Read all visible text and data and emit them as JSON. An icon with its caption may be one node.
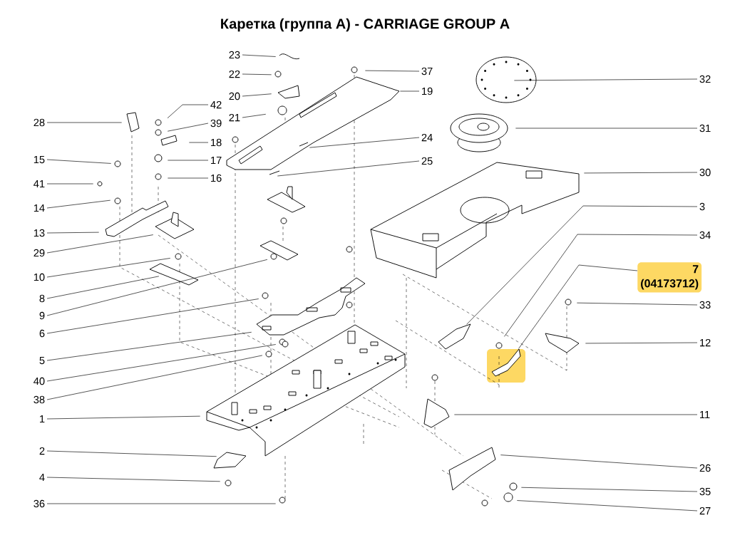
{
  "diagram": {
    "title": "Каретка (группа А) - CARRIAGE GROUP A",
    "nodes": [
      {
        "text": [
          "23"
        ]
      },
      {
        "text": [
          "37"
        ]
      },
      {
        "text": [
          "22"
        ]
      },
      {
        "text": [
          "32"
        ]
      },
      {
        "text": [
          "19"
        ]
      },
      {
        "text": [
          "20"
        ]
      },
      {
        "text": [
          "42"
        ]
      },
      {
        "text": [
          "21"
        ]
      },
      {
        "text": [
          "28"
        ]
      },
      {
        "text": [
          "39"
        ]
      },
      {
        "text": [
          "31"
        ]
      },
      {
        "text": [
          "24"
        ]
      },
      {
        "text": [
          "18"
        ]
      },
      {
        "text": [
          "15"
        ]
      },
      {
        "text": [
          "17"
        ]
      },
      {
        "text": [
          "25"
        ]
      },
      {
        "text": [
          "30"
        ]
      },
      {
        "text": [
          "16"
        ]
      },
      {
        "text": [
          "41"
        ]
      },
      {
        "text": [
          "3"
        ]
      },
      {
        "text": [
          "14"
        ]
      },
      {
        "text": [
          "13"
        ]
      },
      {
        "text": [
          "34"
        ]
      },
      {
        "text": [
          "29"
        ]
      },
      {
        "text": [
          "7",
          "(04173712)"
        ]
      },
      {
        "text": [
          "10"
        ]
      },
      {
        "text": [
          "8"
        ]
      },
      {
        "text": [
          "33"
        ]
      },
      {
        "text": [
          "9"
        ]
      },
      {
        "text": [
          "6"
        ]
      },
      {
        "text": [
          "12"
        ]
      },
      {
        "text": [
          "5"
        ]
      },
      {
        "text": [
          "40"
        ]
      },
      {
        "text": [
          "38"
        ]
      },
      {
        "text": [
          "11"
        ]
      },
      {
        "text": [
          "1"
        ]
      },
      {
        "text": [
          "2"
        ]
      },
      {
        "text": [
          "26"
        ]
      },
      {
        "text": [
          "4"
        ]
      },
      {
        "text": [
          "35"
        ]
      },
      {
        "text": [
          "36"
        ]
      },
      {
        "text": [
          "27"
        ]
      }
    ],
    "edges": [
      {
        "from": 0,
        "to": null,
        "arrow": "none"
      },
      {
        "from": 1,
        "to": null,
        "arrow": "none"
      },
      {
        "from": 2,
        "to": null,
        "arrow": "none"
      },
      {
        "from": 3,
        "to": null,
        "arrow": "none"
      },
      {
        "from": 4,
        "to": null,
        "arrow": "none"
      },
      {
        "from": 5,
        "to": null,
        "arrow": "none"
      },
      {
        "from": 6,
        "to": null,
        "arrow": "none"
      },
      {
        "from": 7,
        "to": null,
        "arrow": "none"
      },
      {
        "from": 8,
        "to": null,
        "arrow": "none"
      },
      {
        "from": 9,
        "to": null,
        "arrow": "none"
      },
      {
        "from": 10,
        "to": null,
        "arrow": "none"
      },
      {
        "from": 11,
        "to": null,
        "arrow": "none"
      },
      {
        "from": 12,
        "to": null,
        "arrow": "none"
      },
      {
        "from": 13,
        "to": null,
        "arrow": "none"
      },
      {
        "from": 14,
        "to": null,
        "arrow": "none"
      },
      {
        "from": 15,
        "to": null,
        "arrow": "none"
      },
      {
        "from": 16,
        "to": null,
        "arrow": "none"
      },
      {
        "from": 17,
        "to": null,
        "arrow": "none"
      },
      {
        "from": 18,
        "to": null,
        "arrow": "none"
      },
      {
        "from": 19,
        "to": null,
        "arrow": "none"
      },
      {
        "from": 20,
        "to": null,
        "arrow": "none"
      },
      {
        "from": 21,
        "to": null,
        "arrow": "none"
      },
      {
        "from": 22,
        "to": null,
        "arrow": "none"
      },
      {
        "from": 23,
        "to": null,
        "arrow": "none"
      },
      {
        "from": 24,
        "to": null,
        "arrow": "none"
      },
      {
        "from": 25,
        "to": null,
        "arrow": "none"
      },
      {
        "from": 26,
        "to": null,
        "arrow": "none"
      },
      {
        "from": 27,
        "to": null,
        "arrow": "none"
      },
      {
        "from": 28,
        "to": null,
        "arrow": "none"
      },
      {
        "from": 29,
        "to": null,
        "arrow": "none"
      },
      {
        "from": 30,
        "to": null,
        "arrow": "none"
      },
      {
        "from": 31,
        "to": null,
        "arrow": "none"
      },
      {
        "from": 32,
        "to": null,
        "arrow": "none"
      },
      {
        "from": 33,
        "to": null,
        "arrow": "none"
      },
      {
        "from": 34,
        "to": null,
        "arrow": "none"
      },
      {
        "from": 35,
        "to": null,
        "arrow": "none"
      },
      {
        "from": 36,
        "to": null,
        "arrow": "none"
      },
      {
        "from": 37,
        "to": null,
        "arrow": "none"
      },
      {
        "from": 38,
        "to": null,
        "arrow": "none"
      },
      {
        "from": 39,
        "to": null,
        "arrow": "none"
      },
      {
        "from": 40,
        "to": null,
        "arrow": "none"
      },
      {
        "from": 41,
        "to": null,
        "arrow": "none"
      }
    ]
  }
}
